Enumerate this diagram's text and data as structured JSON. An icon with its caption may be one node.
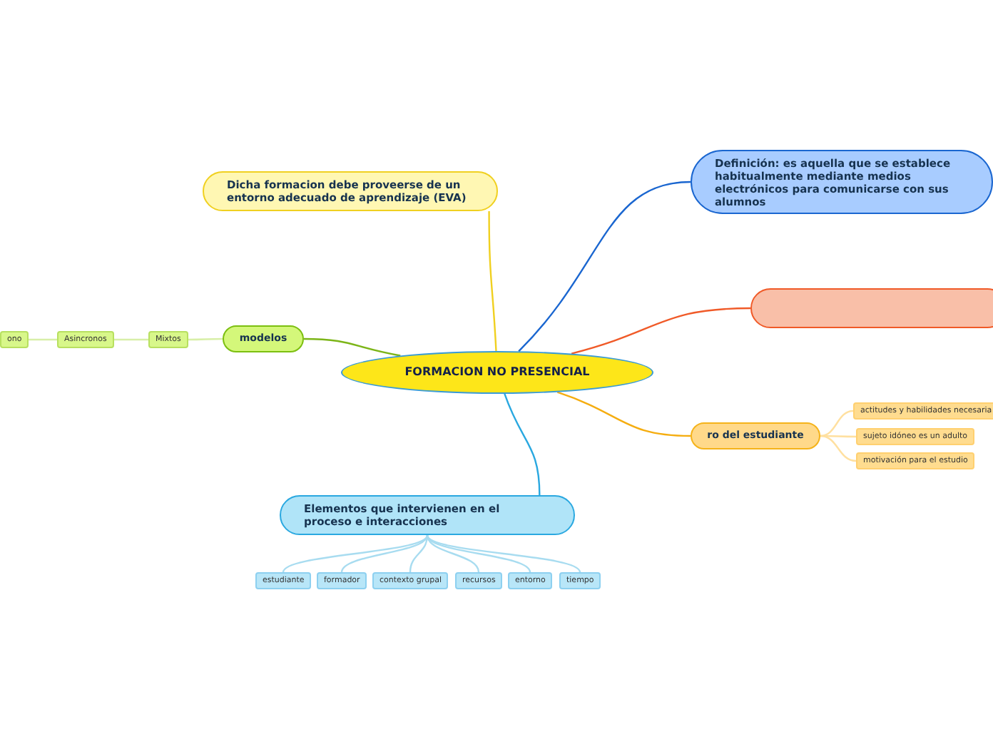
{
  "diagram": {
    "nodes": [
      {
        "text": [
          "FORMACION NO PRESENCIAL"
        ]
      },
      {
        "text": [
          "Dicha formacion debe proveerse de un entorno adecuado de aprendizaje (EVA)"
        ]
      },
      {
        "text": [
          "Definición: es aquella que se establece habitualmente mediante medios electrónicos para comunicarse con sus alumnos"
        ]
      },
      {
        "text": [],
        "shape": "box"
      },
      {
        "text": [
          "modelos"
        ]
      },
      {
        "text": [
          "Mixtos"
        ]
      },
      {
        "text": [
          "Asincronos"
        ]
      },
      {
        "text": [
          "ono"
        ]
      },
      {
        "text": [
          "ro del estudiante"
        ]
      },
      {
        "text": [
          "actitudes y habilidades necesaria"
        ]
      },
      {
        "text": [
          "sujeto idóneo es un adulto"
        ]
      },
      {
        "text": [
          "motivación para el estudio"
        ]
      },
      {
        "text": [
          "Elementos que intervienen en el proceso e interacciones"
        ]
      },
      {
        "text": [
          "estudiante"
        ]
      },
      {
        "text": [
          "formador"
        ]
      },
      {
        "text": [
          "contexto grupal"
        ]
      },
      {
        "text": [
          "recursos"
        ]
      },
      {
        "text": [
          "entorno"
        ]
      },
      {
        "text": [
          "tiempo"
        ]
      }
    ],
    "edges": [
      {
        "from": 0,
        "to": 1,
        "arrow": "none",
        "color": "#f0d020"
      },
      {
        "from": 0,
        "to": 2,
        "arrow": "none",
        "color": "#1a66d0"
      },
      {
        "from": 0,
        "to": 3,
        "arrow": "none",
        "color": "#f05a28"
      },
      {
        "from": 0,
        "to": 4,
        "arrow": "none",
        "color": "#7cb518"
      },
      {
        "from": 4,
        "to": 5,
        "arrow": "none",
        "color": "#d8efa8"
      },
      {
        "from": 5,
        "to": 6,
        "arrow": "none",
        "color": "#d8efa8"
      },
      {
        "from": 6,
        "to": 7,
        "arrow": "none",
        "color": "#d8efa8"
      },
      {
        "from": 0,
        "to": 8,
        "arrow": "none",
        "color": "#f5ad10"
      },
      {
        "from": 8,
        "to": 9,
        "arrow": "none",
        "color": "#ffe0a0"
      },
      {
        "from": 8,
        "to": 10,
        "arrow": "none",
        "color": "#ffe0a0"
      },
      {
        "from": 8,
        "to": 11,
        "arrow": "none",
        "color": "#ffe0a0"
      },
      {
        "from": 0,
        "to": 12,
        "arrow": "none",
        "color": "#2aa8e0"
      },
      {
        "from": 12,
        "to": 13,
        "arrow": "none",
        "color": "#a8dcf0"
      },
      {
        "from": 12,
        "to": 14,
        "arrow": "none",
        "color": "#a8dcf0"
      },
      {
        "from": 12,
        "to": 15,
        "arrow": "none",
        "color": "#a8dcf0"
      },
      {
        "from": 12,
        "to": 16,
        "arrow": "none",
        "color": "#a8dcf0"
      },
      {
        "from": 12,
        "to": 17,
        "arrow": "none",
        "color": "#a8dcf0"
      },
      {
        "from": 12,
        "to": 18,
        "arrow": "none",
        "color": "#a8dcf0"
      }
    ]
  }
}
